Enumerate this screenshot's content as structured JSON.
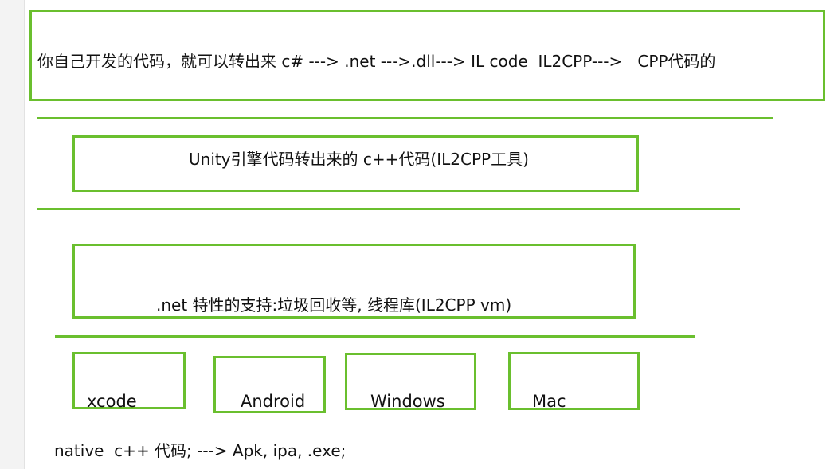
{
  "diagram": {
    "layer_top_text": "你自己开发的代码，就可以转出来 c# ---> .net --->.dll---> IL code  IL2CPP--->   CPP代码的",
    "layer_unity_text": "Unity引擎代码转出来的 c++代码(IL2CPP工具)",
    "layer_runtime_text": ".net 特性的支持:垃圾回收等, 线程库(IL2CPP vm)",
    "platforms": [
      {
        "label": "xcode"
      },
      {
        "label": "Android"
      },
      {
        "label": "Windows"
      },
      {
        "label": "Mac"
      }
    ],
    "footer_text": "native  c++ 代码; ---> Apk, ipa, .exe;"
  },
  "colors": {
    "accent": "#6abf2e",
    "background": "#ffffff",
    "margin": "#f3f3f3"
  }
}
